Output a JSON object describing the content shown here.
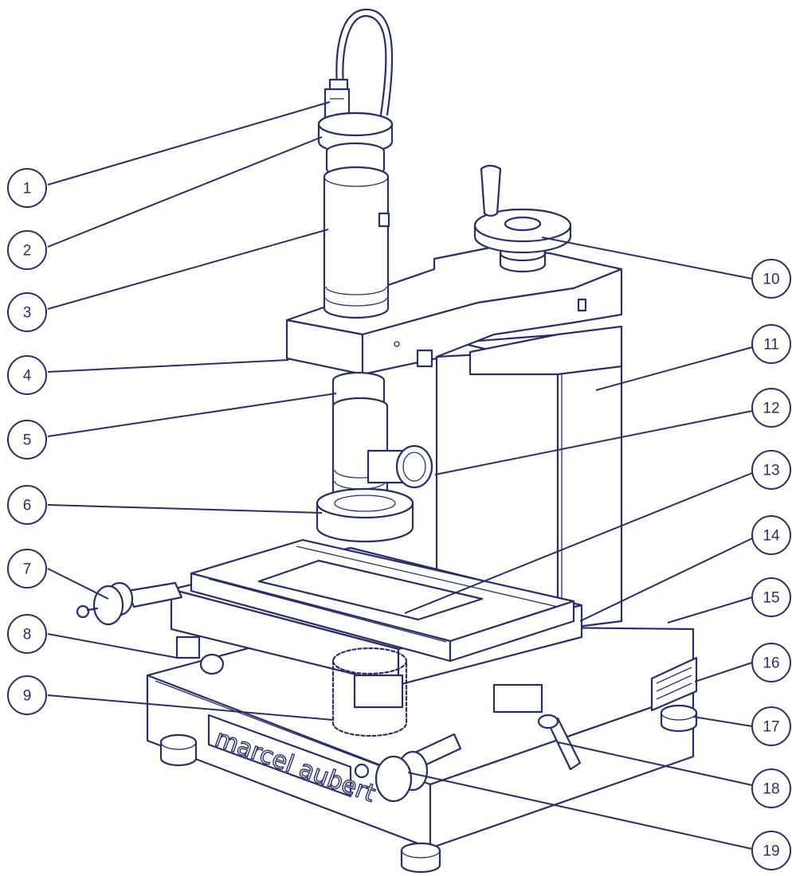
{
  "brand_text": "marcel aubert",
  "colors": {
    "line": "#2a2d6b",
    "background": "#ffffff"
  },
  "callouts": [
    {
      "num": "1"
    },
    {
      "num": "2"
    },
    {
      "num": "3"
    },
    {
      "num": "4"
    },
    {
      "num": "5"
    },
    {
      "num": "6"
    },
    {
      "num": "7"
    },
    {
      "num": "8"
    },
    {
      "num": "9"
    },
    {
      "num": "10"
    },
    {
      "num": "11"
    },
    {
      "num": "12"
    },
    {
      "num": "13"
    },
    {
      "num": "14"
    },
    {
      "num": "15"
    },
    {
      "num": "16"
    },
    {
      "num": "17"
    },
    {
      "num": "18"
    },
    {
      "num": "19"
    }
  ]
}
